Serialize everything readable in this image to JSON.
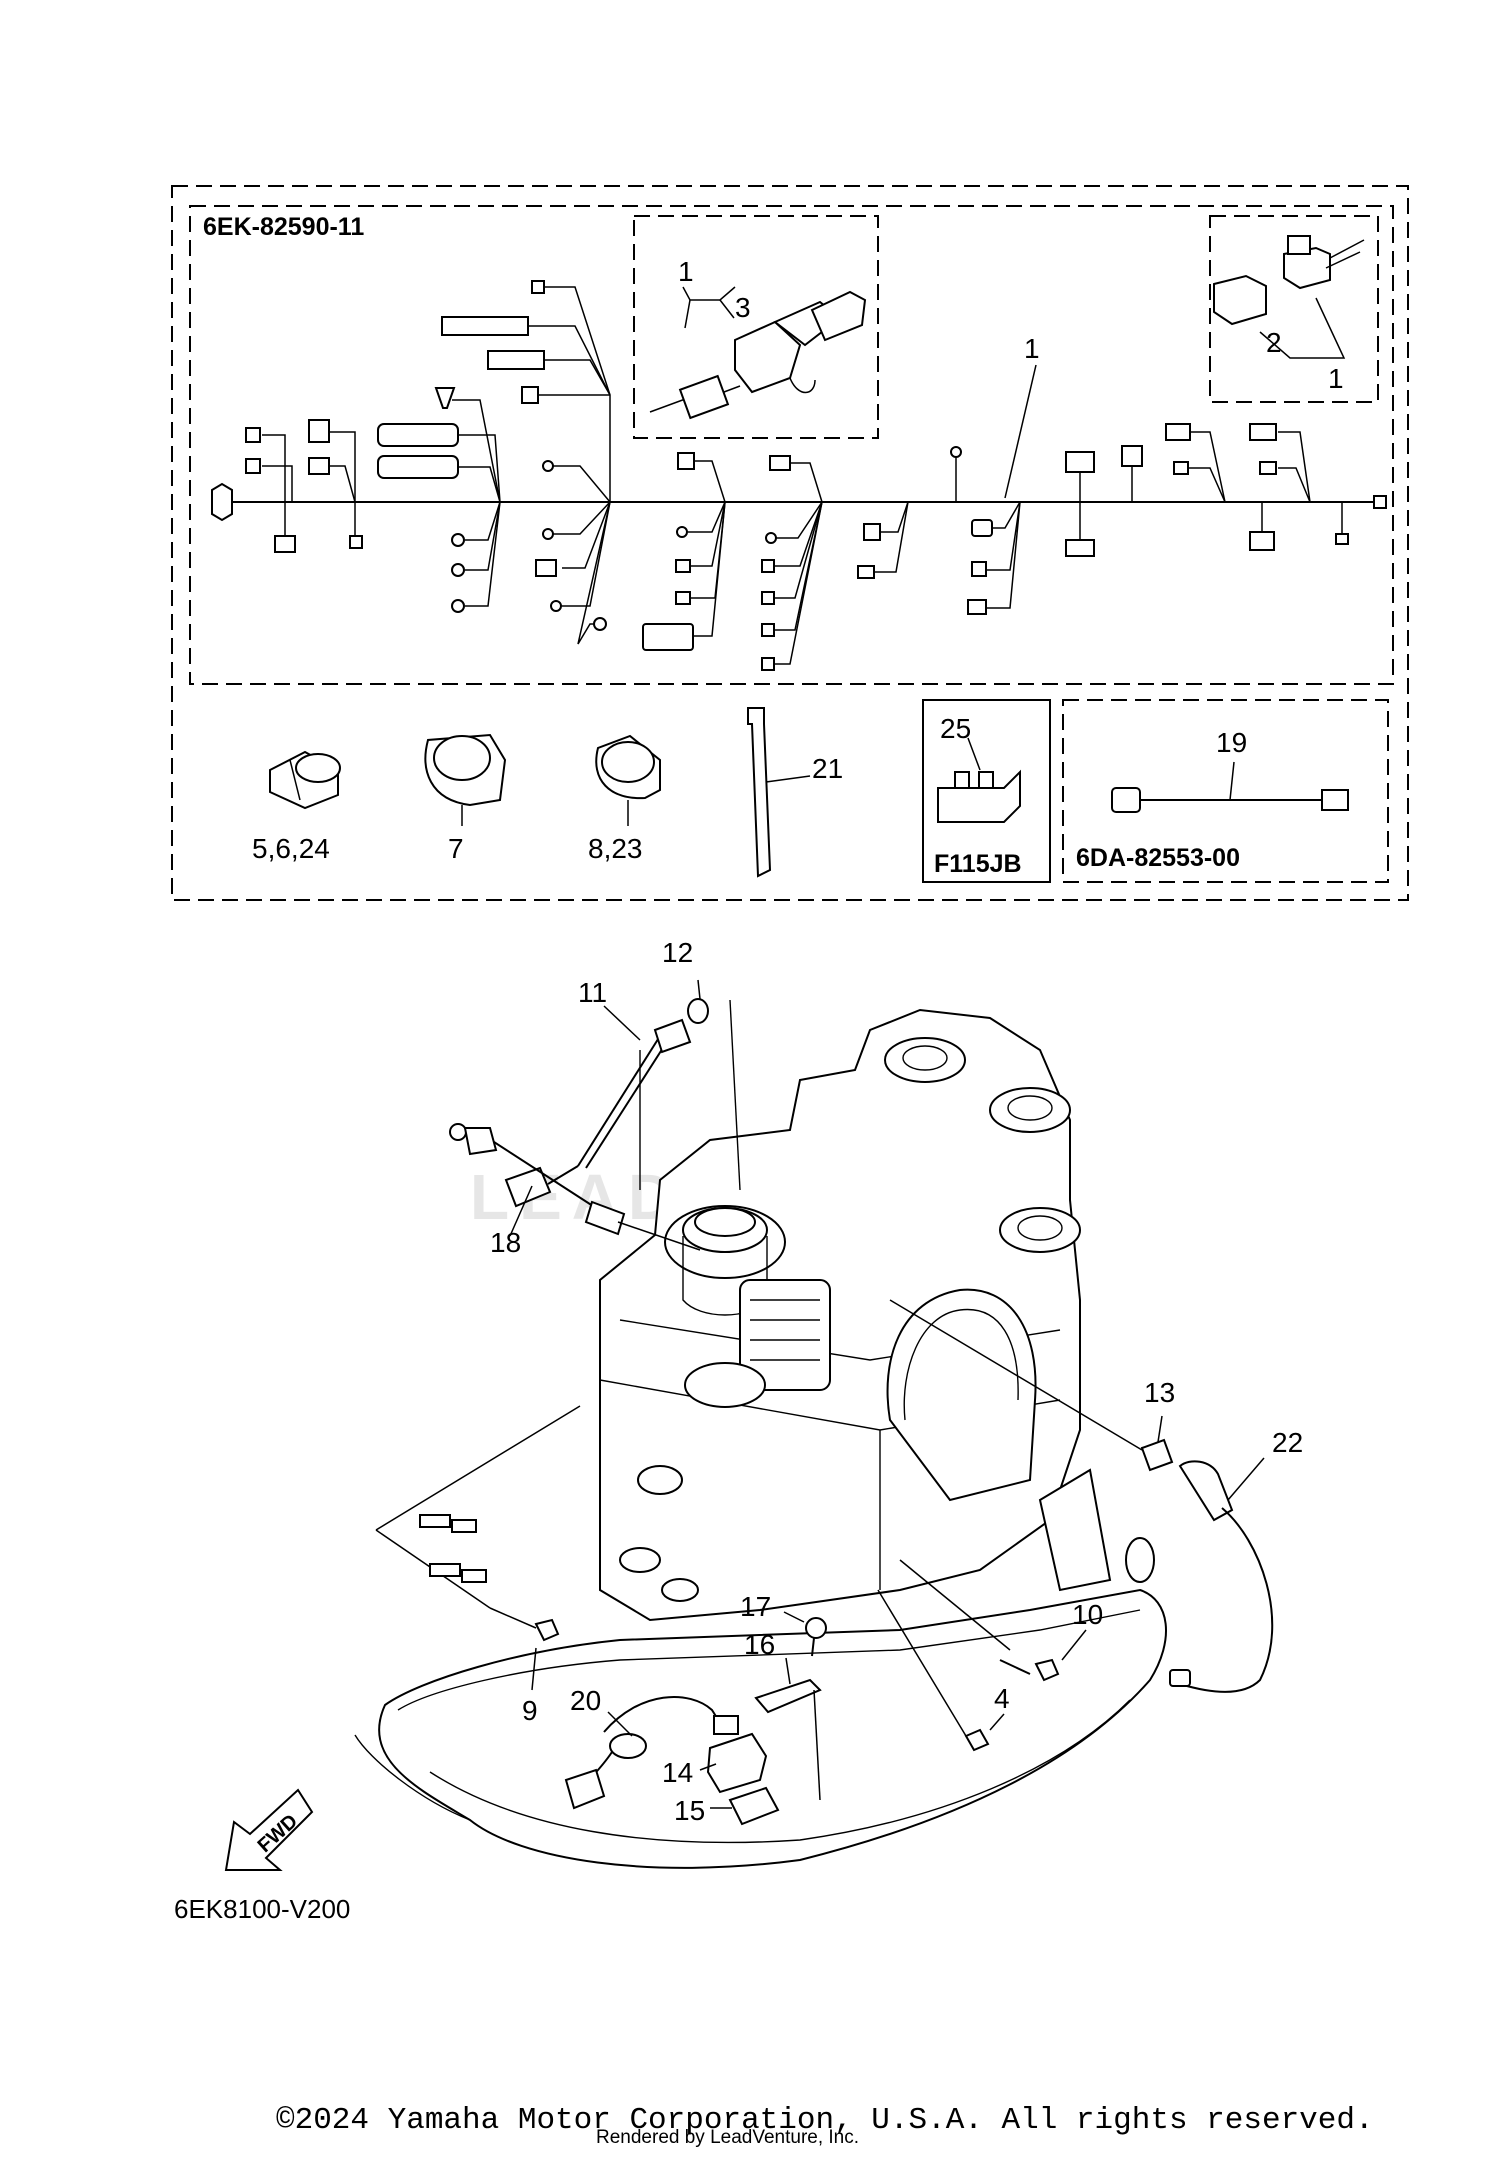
{
  "harness_code": "6EK-82590-11",
  "subharness_code": "6DA-82553-00",
  "model_code": "F115JB",
  "diagram_id": "6EK8100-V200",
  "fwd_label": "FWD",
  "watermark": "LEADV",
  "copyright": "©2024 Yamaha Motor Corporation, U.S.A. All rights reserved.",
  "rendered_by": "Rendered by LeadVenture, Inc.",
  "callouts": {
    "c1a": "1",
    "c1b": "1",
    "c1c": "1",
    "c2": "2",
    "c3": "3",
    "c5624": "5,6,24",
    "c7": "7",
    "c823": "8,23",
    "c21": "21",
    "c25": "25",
    "c19": "19",
    "c12": "12",
    "c11": "11",
    "c18": "18",
    "c13": "13",
    "c22": "22",
    "c10": "10",
    "c17": "17",
    "c16": "16",
    "c9": "9",
    "c20": "20",
    "c4": "4",
    "c14": "14",
    "c15": "15"
  }
}
